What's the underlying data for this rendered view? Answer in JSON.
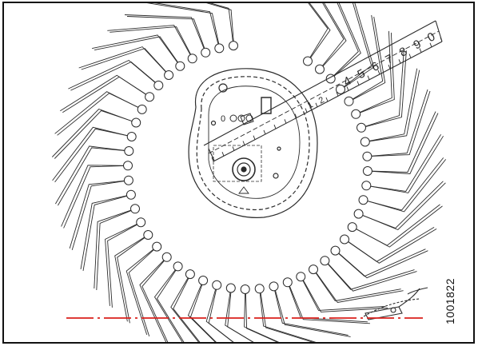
{
  "figure": {
    "id": "1001822",
    "scale_digits": [
      "4",
      "5",
      "6",
      "7",
      "8",
      "9",
      "0"
    ],
    "scale_small_digits": [
      "1",
      "2"
    ],
    "center_label": "0"
  },
  "colors": {
    "line": "#2b2b2b",
    "reference_line": "#d9201c",
    "background": "#ffffff"
  }
}
